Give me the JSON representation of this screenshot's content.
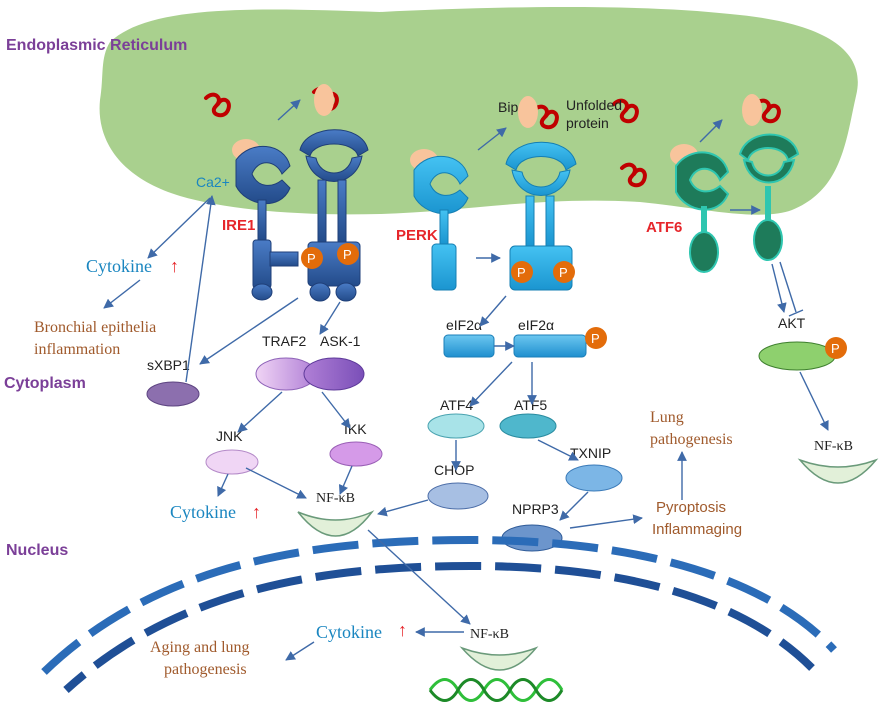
{
  "compartments": {
    "er": "Endoplasmic Reticulum",
    "cytoplasm": "Cytoplasm",
    "nucleus": "Nucleus"
  },
  "receptors": {
    "ire1": "IRE1",
    "perk": "PERK",
    "atf6": "ATF6"
  },
  "labels": {
    "bip": "Bip",
    "unfolded1": "Unfolded",
    "unfolded2": "protein",
    "ca": "Ca2+",
    "phospho": "P",
    "cytokine": "Cytokine",
    "bronchial1": "Bronchial epithelia",
    "bronchial2": "inflammation",
    "sxbp1": "sXBP1",
    "traf2": "TRAF2",
    "ask1": "ASK-1",
    "jnk": "JNK",
    "ikk": "IKK",
    "nfkb": "NF-κB",
    "eif2a": "eIF2α",
    "atf4": "ATF4",
    "atf5": "ATF5",
    "chop": "CHOP",
    "txnip": "TXNIP",
    "nprp3": "NPRP3",
    "lung1": "Lung",
    "lung2": "pathogenesis",
    "pyro1": "Pyroptosis",
    "pyro2": "Inflammaging",
    "akt": "AKT",
    "aging1": "Aging and lung",
    "aging2": "pathogenesis"
  },
  "colors": {
    "er": "#a9d08e",
    "bip": "#f8c49c",
    "unfolded": "#c00000",
    "ire1": "#2f5ea8",
    "perk": "#22a7e0",
    "atf6": "#1e7b5a",
    "phospho": "#e36c0a",
    "arrow": "#3f6aa8"
  }
}
